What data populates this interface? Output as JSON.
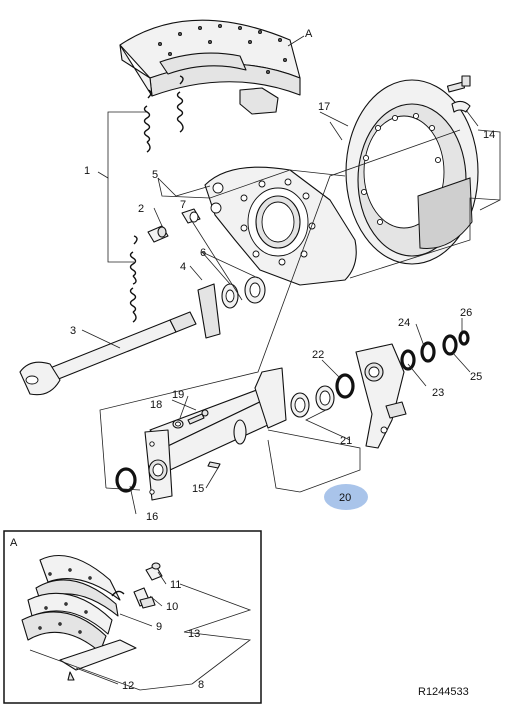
{
  "figure": {
    "code": "R1244533",
    "inset_label": "A",
    "shoe_callout": "A",
    "callouts": {
      "c1": "1",
      "c2": "2",
      "c3": "3",
      "c4": "4",
      "c5": "5",
      "c6": "6",
      "c7": "7",
      "c14": "14",
      "c15": "15",
      "c16": "16",
      "c17": "17",
      "c18": "18",
      "c19": "19",
      "c20": "20",
      "c21": "21",
      "c22": "22",
      "c23": "23",
      "c24": "24",
      "c25": "25",
      "c26": "26"
    },
    "inset_callouts": {
      "c8": "8",
      "c9": "9",
      "c10": "10",
      "c11": "11",
      "c12": "12",
      "c13": "13"
    },
    "highlight_color": "#a9c4ea"
  }
}
